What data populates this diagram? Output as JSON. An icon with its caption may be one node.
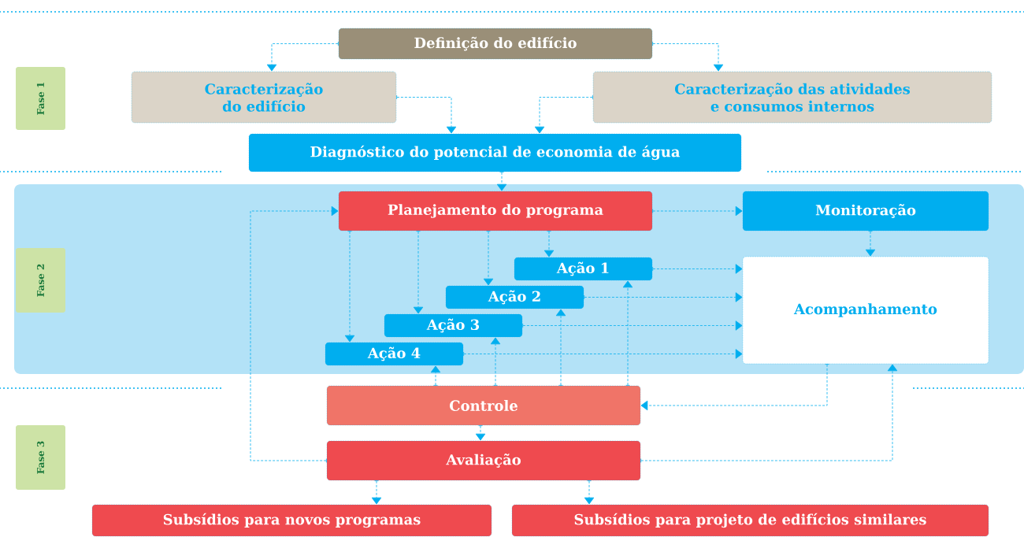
{
  "diagram": {
    "nodes": [
      {
        "text": [
          "Definição do edifício"
        ]
      },
      {
        "text": [
          "Fase 1"
        ]
      },
      {
        "text": [
          "Caracterização do edifício"
        ]
      },
      {
        "text": [
          "Caracterização das atividades e consumos internos"
        ]
      },
      {
        "text": [
          "Diagnóstico do potencial de economia de água"
        ]
      },
      {
        "text": [
          "Planejamento do programa"
        ]
      },
      {
        "text": [
          "Monitoração"
        ]
      },
      {
        "text": [
          "Fase 2"
        ]
      },
      {
        "text": [
          "Ação 1"
        ]
      },
      {
        "text": [
          "Ação 2"
        ]
      },
      {
        "text": [
          "Ação 3"
        ]
      },
      {
        "text": [
          "Ação 4"
        ]
      },
      {
        "text": [
          "Acompanhamento"
        ]
      },
      {
        "text": [
          "Controle"
        ]
      },
      {
        "text": [
          "Fase 3"
        ]
      },
      {
        "text": [
          "Avaliação"
        ]
      },
      {
        "text": [
          "Subsídios para novos programas"
        ]
      },
      {
        "text": [
          "Subsídios para projeto de edifícios similares"
        ]
      }
    ],
    "edges": [
      {
        "from": 0,
        "to": 2,
        "arrow": "to",
        "style": "dashed"
      },
      {
        "from": 0,
        "to": 3,
        "arrow": "to",
        "style": "dashed"
      },
      {
        "from": 2,
        "to": 4,
        "arrow": "to",
        "style": "dashed"
      },
      {
        "from": 3,
        "to": 4,
        "arrow": "to",
        "style": "dashed"
      },
      {
        "from": 4,
        "to": 5,
        "arrow": "to",
        "style": "dashed"
      },
      {
        "from": 5,
        "to": 6,
        "arrow": "to",
        "style": "dashed"
      },
      {
        "from": 5,
        "to": 8,
        "arrow": "to",
        "style": "dashed"
      },
      {
        "from": 5,
        "to": 9,
        "arrow": "to",
        "style": "dashed"
      },
      {
        "from": 5,
        "to": 10,
        "arrow": "to",
        "style": "dashed"
      },
      {
        "from": 5,
        "to": 11,
        "arrow": "to",
        "style": "dashed"
      },
      {
        "from": 8,
        "to": 12,
        "arrow": "to",
        "style": "dashed"
      },
      {
        "from": 9,
        "to": 12,
        "arrow": "to",
        "style": "dashed"
      },
      {
        "from": 10,
        "to": 12,
        "arrow": "to",
        "style": "dashed"
      },
      {
        "from": 11,
        "to": 12,
        "arrow": "to",
        "style": "dashed"
      },
      {
        "from": 6,
        "to": 12,
        "arrow": "to",
        "style": "dashed"
      },
      {
        "from": 13,
        "to": 11,
        "arrow": "to",
        "style": "dashed"
      },
      {
        "from": 13,
        "to": 10,
        "arrow": "to",
        "style": "dashed"
      },
      {
        "from": 13,
        "to": 9,
        "arrow": "to",
        "style": "dashed"
      },
      {
        "from": 13,
        "to": 8,
        "arrow": "to",
        "style": "dashed"
      },
      {
        "from": 12,
        "to": 13,
        "arrow": "to",
        "style": "dashed"
      },
      {
        "from": 13,
        "to": 15,
        "arrow": "to",
        "style": "dashed"
      },
      {
        "from": 15,
        "to": 5,
        "arrow": "to",
        "style": "dashed"
      },
      {
        "from": 15,
        "to": 12,
        "arrow": "to",
        "style": "dashed"
      },
      {
        "from": 15,
        "to": 16,
        "arrow": "to",
        "style": "dashed"
      },
      {
        "from": 15,
        "to": 17,
        "arrow": "to",
        "style": "dashed"
      }
    ]
  }
}
